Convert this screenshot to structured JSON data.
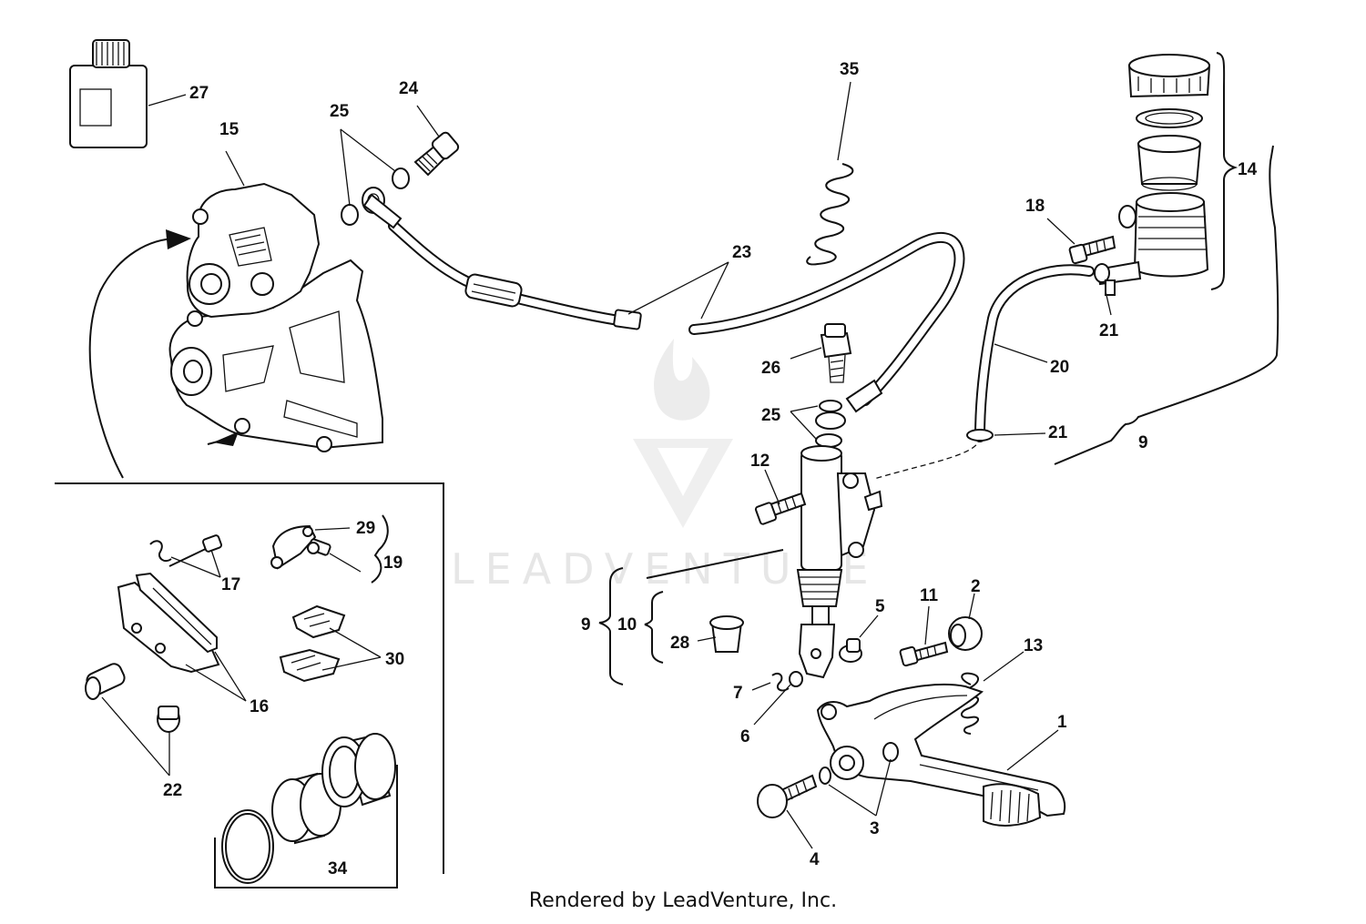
{
  "diagram": {
    "callouts": {
      "c1": "1",
      "c2": "2",
      "c3": "3",
      "c4": "4",
      "c5": "5",
      "c6": "6",
      "c7": "7",
      "c9a": "9",
      "c9b": "9",
      "c10": "10",
      "c11": "11",
      "c12": "12",
      "c13": "13",
      "c14": "14",
      "c15": "15",
      "c16": "16",
      "c17": "17",
      "c18": "18",
      "c19": "19",
      "c20": "20",
      "c21a": "21",
      "c21b": "21",
      "c22": "22",
      "c23": "23",
      "c24": "24",
      "c25a": "25",
      "c25b": "25",
      "c26": "26",
      "c27": "27",
      "c28": "28",
      "c29": "29",
      "c30": "30",
      "c34": "34",
      "c35": "35"
    },
    "watermark": "LEADVENTURE",
    "footer": "Rendered by LeadVenture, Inc."
  },
  "colors": {
    "ink": "#111111",
    "watermark": "#e6e6e6",
    "background": "#ffffff"
  }
}
